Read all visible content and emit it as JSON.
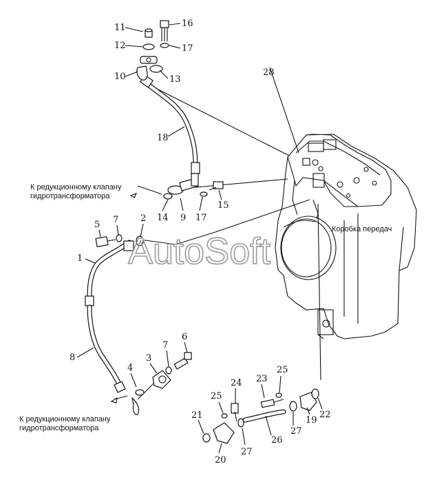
{
  "captions": {
    "transmission": "Коробка передач",
    "valve_top_line1": "К редукционному клапану",
    "valve_top_line2": "гидротрансформатора",
    "valve_bottom_line1": "К редукционному клапану",
    "valve_bottom_line2": "гидротрансформатора"
  },
  "watermark": "AutoSoft",
  "part_labels": [
    "1",
    "2",
    "3",
    "4",
    "5",
    "6",
    "7",
    "7",
    "8",
    "9",
    "10",
    "11",
    "12",
    "13",
    "14",
    "15",
    "16",
    "17",
    "17",
    "18",
    "19",
    "20",
    "21",
    "22",
    "23",
    "24",
    "25",
    "25",
    "26",
    "27",
    "27",
    "28"
  ]
}
